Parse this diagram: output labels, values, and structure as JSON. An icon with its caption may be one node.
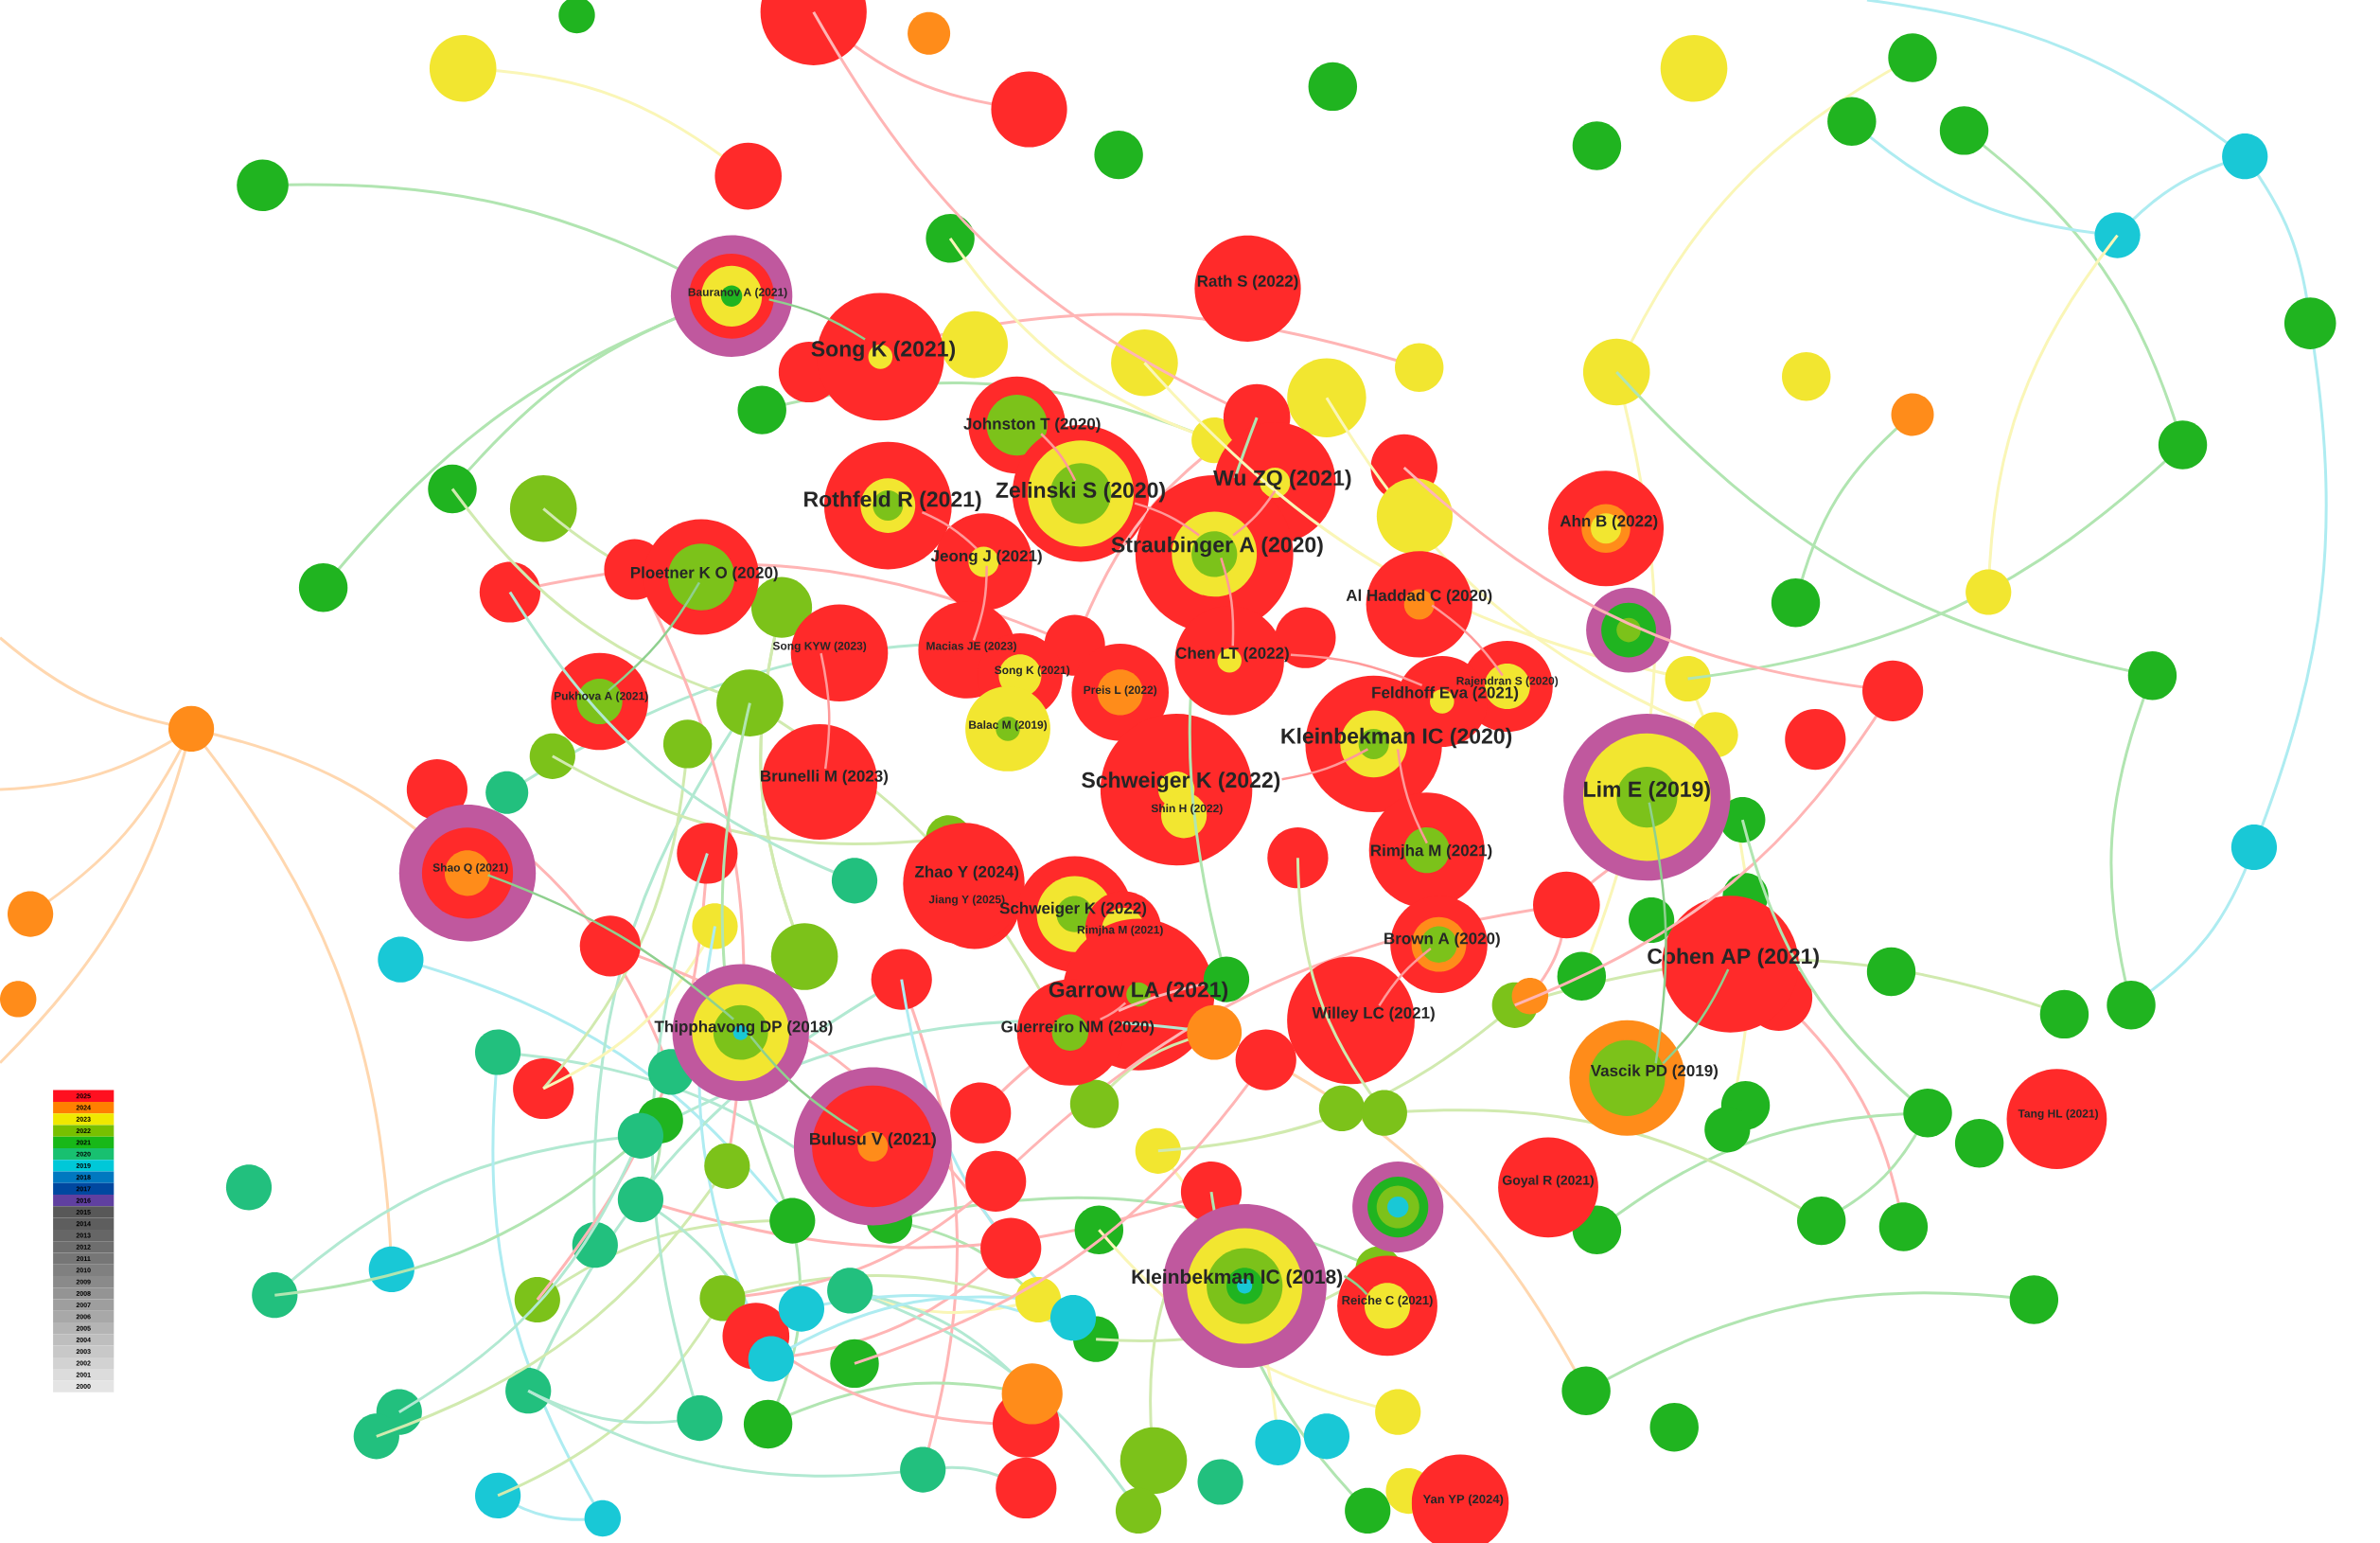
{
  "diagram": {
    "nodes": [
      {
        "text": [
          "Rath S (2022)"
        ]
      },
      {
        "text": [
          "Bauranov A (2021)"
        ]
      },
      {
        "text": [
          "Song K (2021)"
        ]
      },
      {
        "text": [
          "Johnston T (2020)"
        ]
      },
      {
        "text": [
          "Zelinski S (2020)"
        ]
      },
      {
        "text": [
          "Wu ZQ (2021)"
        ]
      },
      {
        "text": [
          "Rothfeld R (2021)"
        ]
      },
      {
        "text": [
          "Straubinger A (2020)"
        ]
      },
      {
        "text": [
          "Ahn B (2022)"
        ]
      },
      {
        "text": [
          "Jeong J (2021)"
        ]
      },
      {
        "text": [
          "Ploetner K O (2020)"
        ]
      },
      {
        "text": [
          "Al Haddad C (2020)"
        ]
      },
      {
        "text": [
          "Song KYW (2023)"
        ]
      },
      {
        "text": [
          "Macias JE (2023)"
        ]
      },
      {
        "text": [
          "Song K (2021)"
        ]
      },
      {
        "text": [
          "Chen LT (2022)"
        ]
      },
      {
        "text": [
          "Preis L (2022)"
        ]
      },
      {
        "text": [
          "Rajendran S (2020)"
        ]
      },
      {
        "text": [
          "Pukhova A (2021)"
        ]
      },
      {
        "text": [
          "Feldhoff Eva (2021)"
        ]
      },
      {
        "text": [
          "Balac M (2019)"
        ]
      },
      {
        "text": [
          "Kleinbekman IC (2020)"
        ]
      },
      {
        "text": [
          "Lim E (2019)"
        ]
      },
      {
        "text": [
          "Brunelli M (2023)"
        ]
      },
      {
        "text": [
          "Schweiger K (2022)"
        ]
      },
      {
        "text": [
          "Shin H (2022)"
        ]
      },
      {
        "text": [
          "Shao Q (2021)"
        ]
      },
      {
        "text": [
          "Zhao Y (2024)"
        ]
      },
      {
        "text": [
          "Jiang Y (2025)"
        ]
      },
      {
        "text": [
          "Schweiger K (2022)"
        ]
      },
      {
        "text": [
          "Rimjha M (2021)"
        ]
      },
      {
        "text": [
          "Rimjha M (2021)"
        ]
      },
      {
        "text": [
          "Brown A (2020)"
        ]
      },
      {
        "text": [
          "Cohen AP (2021)"
        ]
      },
      {
        "text": [
          "Garrow LA (2021)"
        ]
      },
      {
        "text": [
          "Thipphavong DP (2018)"
        ]
      },
      {
        "text": [
          "Guerreiro NM (2020)"
        ]
      },
      {
        "text": [
          "Willey LC (2021)"
        ]
      },
      {
        "text": [
          "Vascik PD (2019)"
        ]
      },
      {
        "text": [
          "Tang HL (2021)"
        ]
      },
      {
        "text": [
          "Bulusu V (2021)"
        ]
      },
      {
        "text": [
          "Goyal R (2021)"
        ]
      },
      {
        "text": [
          "Kleinbekman IC (2018)"
        ]
      },
      {
        "text": [
          "Reiche C (2021)"
        ]
      },
      {
        "text": [
          "Yan YP (2024)"
        ]
      }
    ],
    "edges": [
      {
        "from": 6,
        "to": 9,
        "arrow": "none"
      },
      {
        "from": 4,
        "to": 7,
        "arrow": "none"
      },
      {
        "from": 7,
        "to": 15,
        "arrow": "none"
      },
      {
        "from": 9,
        "to": 13,
        "arrow": "none"
      },
      {
        "from": 15,
        "to": 19,
        "arrow": "none"
      },
      {
        "from": 21,
        "to": 24,
        "arrow": "none"
      },
      {
        "from": 34,
        "to": 36,
        "arrow": "none"
      },
      {
        "from": 37,
        "to": 32,
        "arrow": "none"
      },
      {
        "from": 31,
        "to": 21,
        "arrow": "none"
      },
      {
        "from": 12,
        "to": 23,
        "arrow": "none"
      },
      {
        "from": 3,
        "to": 4,
        "arrow": "none"
      },
      {
        "from": 5,
        "to": 7,
        "arrow": "none"
      },
      {
        "from": 11,
        "to": 17,
        "arrow": "none"
      },
      {
        "from": 10,
        "to": 18,
        "arrow": "none",
        "color": "#8fd08f"
      },
      {
        "from": 22,
        "to": 38,
        "arrow": "none",
        "color": "#8fd08f"
      },
      {
        "from": 33,
        "to": 38,
        "arrow": "none",
        "color": "#8fd08f"
      },
      {
        "from": 42,
        "to": 43,
        "arrow": "none",
        "color": "#8fd08f"
      },
      {
        "from": 40,
        "to": 35,
        "arrow": "none",
        "color": "#8fd08f"
      },
      {
        "from": 26,
        "to": 35,
        "arrow": "none",
        "color": "#8fd08f"
      },
      {
        "from": 1,
        "to": 2,
        "arrow": "none",
        "color": "#8fd08f"
      }
    ],
    "legend": [
      {
        "text": "2025",
        "color": "#ff1020"
      },
      {
        "text": "2024",
        "color": "#ff8000"
      },
      {
        "text": "2023",
        "color": "#f0e800"
      },
      {
        "text": "2022",
        "color": "#78c000"
      },
      {
        "text": "2021",
        "color": "#18b818"
      },
      {
        "text": "2020",
        "color": "#18c070"
      },
      {
        "text": "2019",
        "color": "#00c8d8"
      },
      {
        "text": "2018",
        "color": "#0078c0"
      },
      {
        "text": "2017",
        "color": "#0048a0"
      },
      {
        "text": "2016",
        "color": "#6040a0"
      },
      {
        "text": "2015",
        "color": "#585858"
      },
      {
        "text": "2014",
        "color": "#5e5e5e"
      },
      {
        "text": "2013",
        "color": "#666666"
      },
      {
        "text": "2012",
        "color": "#6e6e6e"
      },
      {
        "text": "2011",
        "color": "#767676"
      },
      {
        "text": "2010",
        "color": "#808080"
      },
      {
        "text": "2009",
        "color": "#8a8a8a"
      },
      {
        "text": "2008",
        "color": "#949494"
      },
      {
        "text": "2007",
        "color": "#9e9e9e"
      },
      {
        "text": "2006",
        "color": "#a8a8a8"
      },
      {
        "text": "2005",
        "color": "#b4b4b4"
      },
      {
        "text": "2004",
        "color": "#bebebe"
      },
      {
        "text": "2003",
        "color": "#c8c8c8"
      },
      {
        "text": "2002",
        "color": "#d2d2d2"
      },
      {
        "text": "2001",
        "color": "#dcdcdc"
      },
      {
        "text": "2000",
        "color": "#e4e4e4"
      }
    ]
  }
}
